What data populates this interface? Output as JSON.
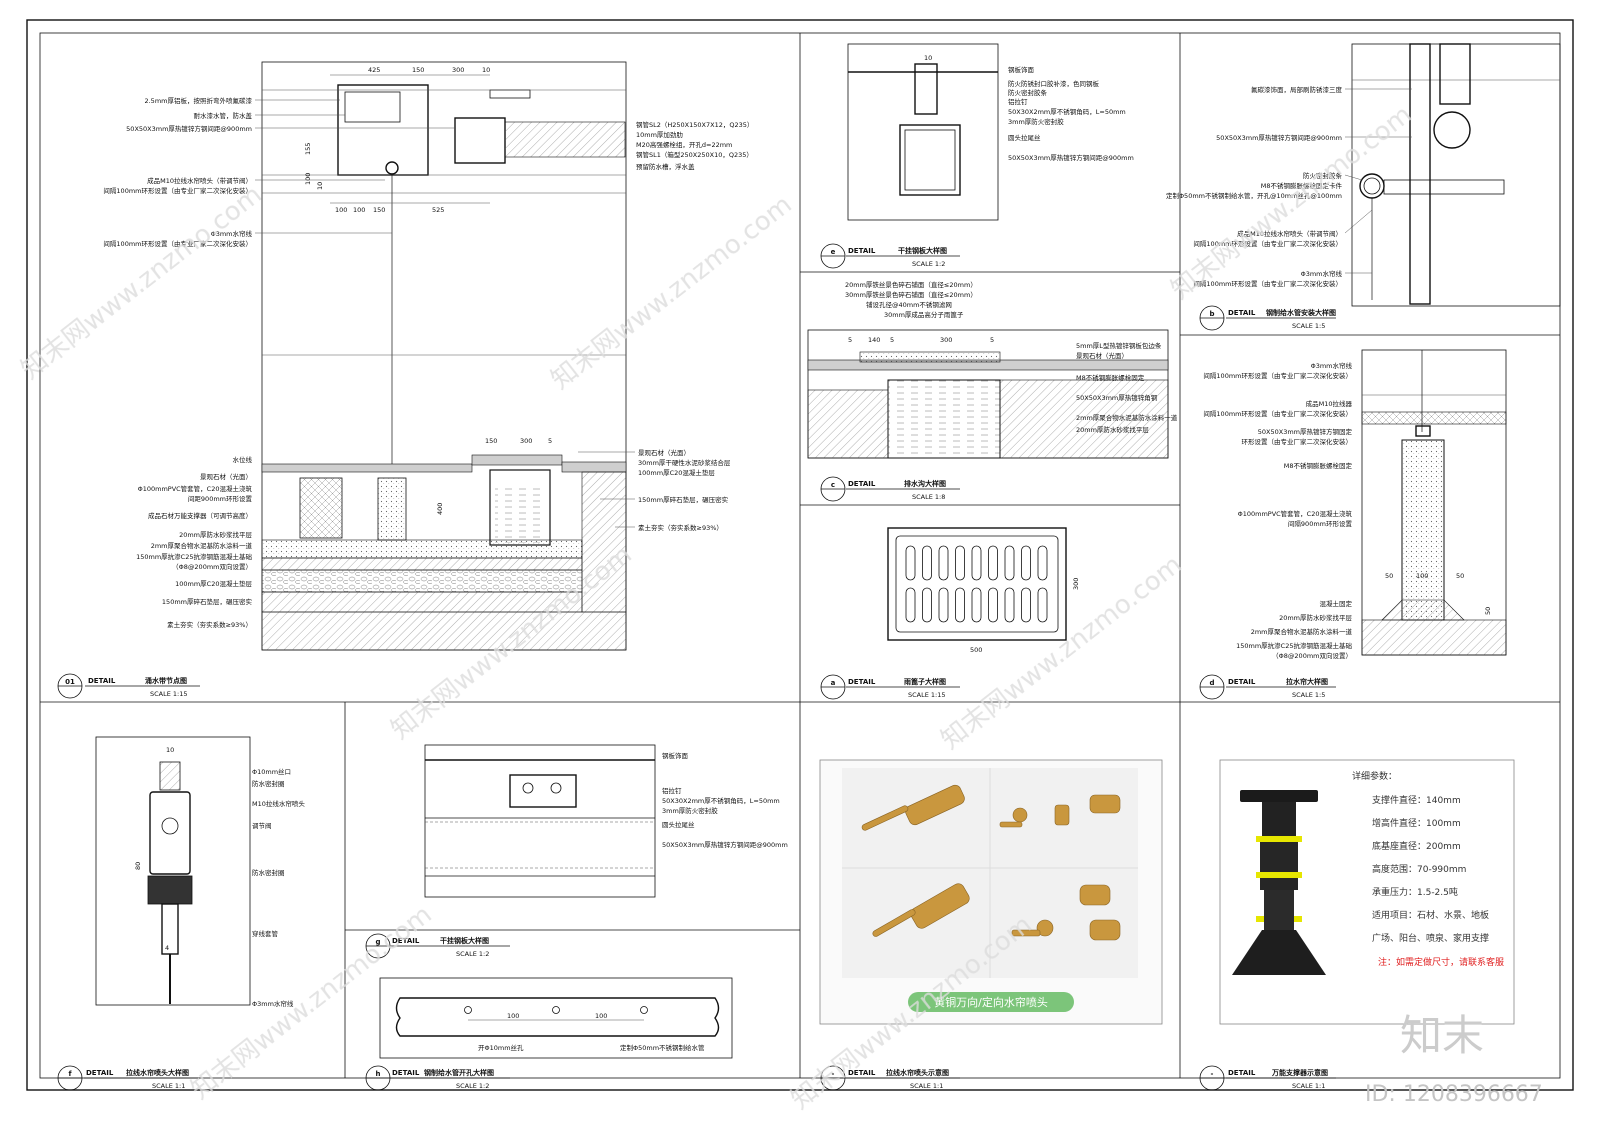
{
  "main_detail": {
    "dims_top": [
      "425",
      "150",
      "300",
      "10"
    ],
    "dims_bottom": [
      "100",
      "100",
      "150",
      "525"
    ],
    "dims_side": [
      "155",
      "100",
      "10"
    ],
    "dims_pool": [
      "150",
      "300",
      "5"
    ],
    "dim_depth": "400",
    "labels_top": [
      "2.5mm厚铝板，按照折弯外喷氟碳漆",
      "耐水漆水管，防水盖",
      "50X50X3mm厚热镀锌方钢间距@900mm",
      "成品M10拉线水帘喷头（带调节阀）",
      "间隔100mm环形设置（由专业厂家二次深化安装）",
      "Φ3mm水帘线",
      "间隔100mm环形设置（由专业厂家二次深化安装）"
    ],
    "labels_right_top": [
      "钢管SL2（H250X150X7X12，Q235）",
      "10mm厚加劲肋",
      "M20高强螺栓组，开孔d=22mm",
      "钢管SL1（箱型250X250X10，Q235）",
      "预留防水槽，浮水盖"
    ],
    "labels_bottom_left": [
      "水位线",
      "景观石材（光面）",
      "Φ100mmPVC管套管，C20混凝土浇筑",
      "间距900mm环形设置",
      "成品石材万能支撑器（可调节高度）",
      "20mm厚防水砂浆找平层",
      "2mm厚聚合物水泥基防水涂料一道",
      "150mm厚抗渗C25抗渗钢筋混凝土基础",
      "（Φ8@200mm双向设置）",
      "100mm厚C20混凝土垫层",
      "150mm厚碎石垫层，碾压密实",
      "素土夯实（夯实系数≥93%）"
    ],
    "labels_bottom_right": [
      "景观石材（光面）",
      "30mm厚干硬性水泥砂浆结合层",
      "100mm厚C20混凝土垫层",
      "150mm厚碎石垫层，碾压密实",
      "素土夯实（夯实系数≥93%）"
    ],
    "title_no": "01",
    "title_tag": "DETAIL",
    "title": "涌水带节点图",
    "scale": "SCALE 1:15"
  },
  "detail_e_top": {
    "dim": "10",
    "labels": [
      "钢板饰面",
      "防火防锈封口胶补漆，色同钢板",
      "防火密封胶条",
      "铝拉钉",
      "50X30X2mm厚不锈钢角码，L=50mm",
      "3mm厚防火密封胶",
      "圆头拉尾丝",
      "50X50X3mm厚热镀锌方钢间距@900mm"
    ],
    "title_no": "e",
    "title_tag": "DETAIL",
    "title": "干挂钢板大样图",
    "scale": "SCALE 1:2"
  },
  "detail_c": {
    "labels_top": [
      "20mm厚铁丝景色碎石铺面（直径≤20mm）",
      "30mm厚铁丝景色碎石铺面（直径≤20mm）",
      "铺设孔径@40mm不锈钢滤网",
      "30mm厚成品高分子雨篦子"
    ],
    "dims": [
      "5",
      "140",
      "5",
      "300",
      "5"
    ],
    "labels_right": [
      "5mm厚L型热镀锌钢板包边条",
      "景观石材（光面）",
      "M8不锈钢膨胀螺栓固定",
      "50X50X3mm厚热镀锌角钢",
      "2mm厚聚合物水泥基防水涂料一道",
      "20mm厚防水砂浆找平层"
    ],
    "title_no": "c",
    "title_tag": "DETAIL",
    "title": "排水沟大样图",
    "scale": "SCALE 1:8"
  },
  "detail_a_grate": {
    "dim_w": "500",
    "dim_h": "300",
    "title_no": "a",
    "title_tag": "DETAIL",
    "title": "雨篦子大样图",
    "scale": "SCALE 1:15"
  },
  "detail_b": {
    "labels": [
      "氟碳漆饰面，局部刷防锈漆三度",
      "50X50X3mm厚热镀锌方钢间距@900mm",
      "防火密封胶条",
      "M8不锈钢膨胀螺栓固定卡件",
      "定制Φ50mm不锈钢制给水管，开孔@10mm丝孔@100mm",
      "成品M10拉线水帘喷头（带调节阀）",
      "间隔100mm环形设置（由专业厂家二次深化安装）",
      "Φ3mm水帘线",
      "间隔100mm环形设置（由专业厂家二次深化安装）"
    ],
    "title_no": "b",
    "title_tag": "DETAIL",
    "title": "钢制给水管安装大样图",
    "scale": "SCALE 1:5"
  },
  "detail_d": {
    "labels": [
      "Φ3mm水帘线",
      "间隔100mm环形设置（由专业厂家二次深化安装）",
      "成品M10拉线器",
      "间隔100mm环形设置（由专业厂家二次深化安装）",
      "50X50X3mm厚热镀锌方钢固定",
      "环形设置（由专业厂家二次深化安装）",
      "M8不锈钢膨胀螺栓固定",
      "Φ100mmPVC管套管，C20混凝土浇筑",
      "间隔900mm环形设置",
      "混凝土固定",
      "20mm厚防水砂浆找平层",
      "2mm厚聚合物水泥基防水涂料一道",
      "150mm厚抗渗C25抗渗钢筋混凝土基础",
      "（Φ8@200mm双向设置）"
    ],
    "dims": [
      "50",
      "100",
      "50",
      "50"
    ],
    "title_no": "d",
    "title_tag": "DETAIL",
    "title": "拉水帘大样图",
    "scale": "SCALE 1:5"
  },
  "detail_f": {
    "dims": [
      "10",
      "80",
      "4"
    ],
    "labels": [
      "Φ10mm丝口",
      "防水密封圈",
      "M10拉线水帘喷头",
      "调节阀",
      "防水密封圈",
      "穿线套管",
      "Φ3mm水帘线"
    ],
    "title_no": "f",
    "title_tag": "DETAIL",
    "title": "拉线水帘喷头大样图",
    "scale": "SCALE 1:1"
  },
  "detail_g": {
    "labels": [
      "钢板饰面",
      "铝拉钉",
      "50X30X2mm厚不锈钢角码，L=50mm",
      "3mm厚防火密封胶",
      "圆头拉尾丝",
      "50X50X3mm厚热镀锌方钢间距@900mm"
    ],
    "title_no": "g",
    "title_tag": "DETAIL",
    "title": "干挂钢板大样图",
    "scale": "SCALE 1:2"
  },
  "detail_h": {
    "dims": [
      "100",
      "100"
    ],
    "labels": [
      "开Φ10mm丝孔",
      "定制Φ50mm不锈钢制给水管"
    ],
    "title_no": "h",
    "title_tag": "DETAIL",
    "title": "钢制给水管开孔大样图",
    "scale": "SCALE 1:2"
  },
  "detail_photo1": {
    "caption": "黄铜万向/定向水帘喷头",
    "title_no": "-",
    "title_tag": "DETAIL",
    "title": "拉线水帘喷头示意图",
    "scale": "SCALE 1:1"
  },
  "detail_photo2": {
    "heading": "详细参数：",
    "params": [
      "支撑件直径：140mm",
      "增高件直径：100mm",
      "底基座直径：200mm",
      "高度范围：70-990mm",
      "承重压力：1.5-2.5吨",
      "适用项目：石材、水景、地板",
      "广场、阳台、喷泉、家用支撑"
    ],
    "note": "注：如需定做尺寸，请联系客服",
    "title_no": "-",
    "title_tag": "DETAIL",
    "title": "万能支撑器示意图",
    "scale": "SCALE 1:1"
  },
  "watermark": {
    "text": "知末网www.znzmo.com",
    "logo": "知末",
    "id": "ID: 1208396667"
  },
  "colors": {
    "line": "#111111",
    "hatch": "#777777",
    "brass": "#c9973e",
    "caption_bg": "#7cc57a",
    "note": "#e02020",
    "ring": "#e6e600"
  }
}
